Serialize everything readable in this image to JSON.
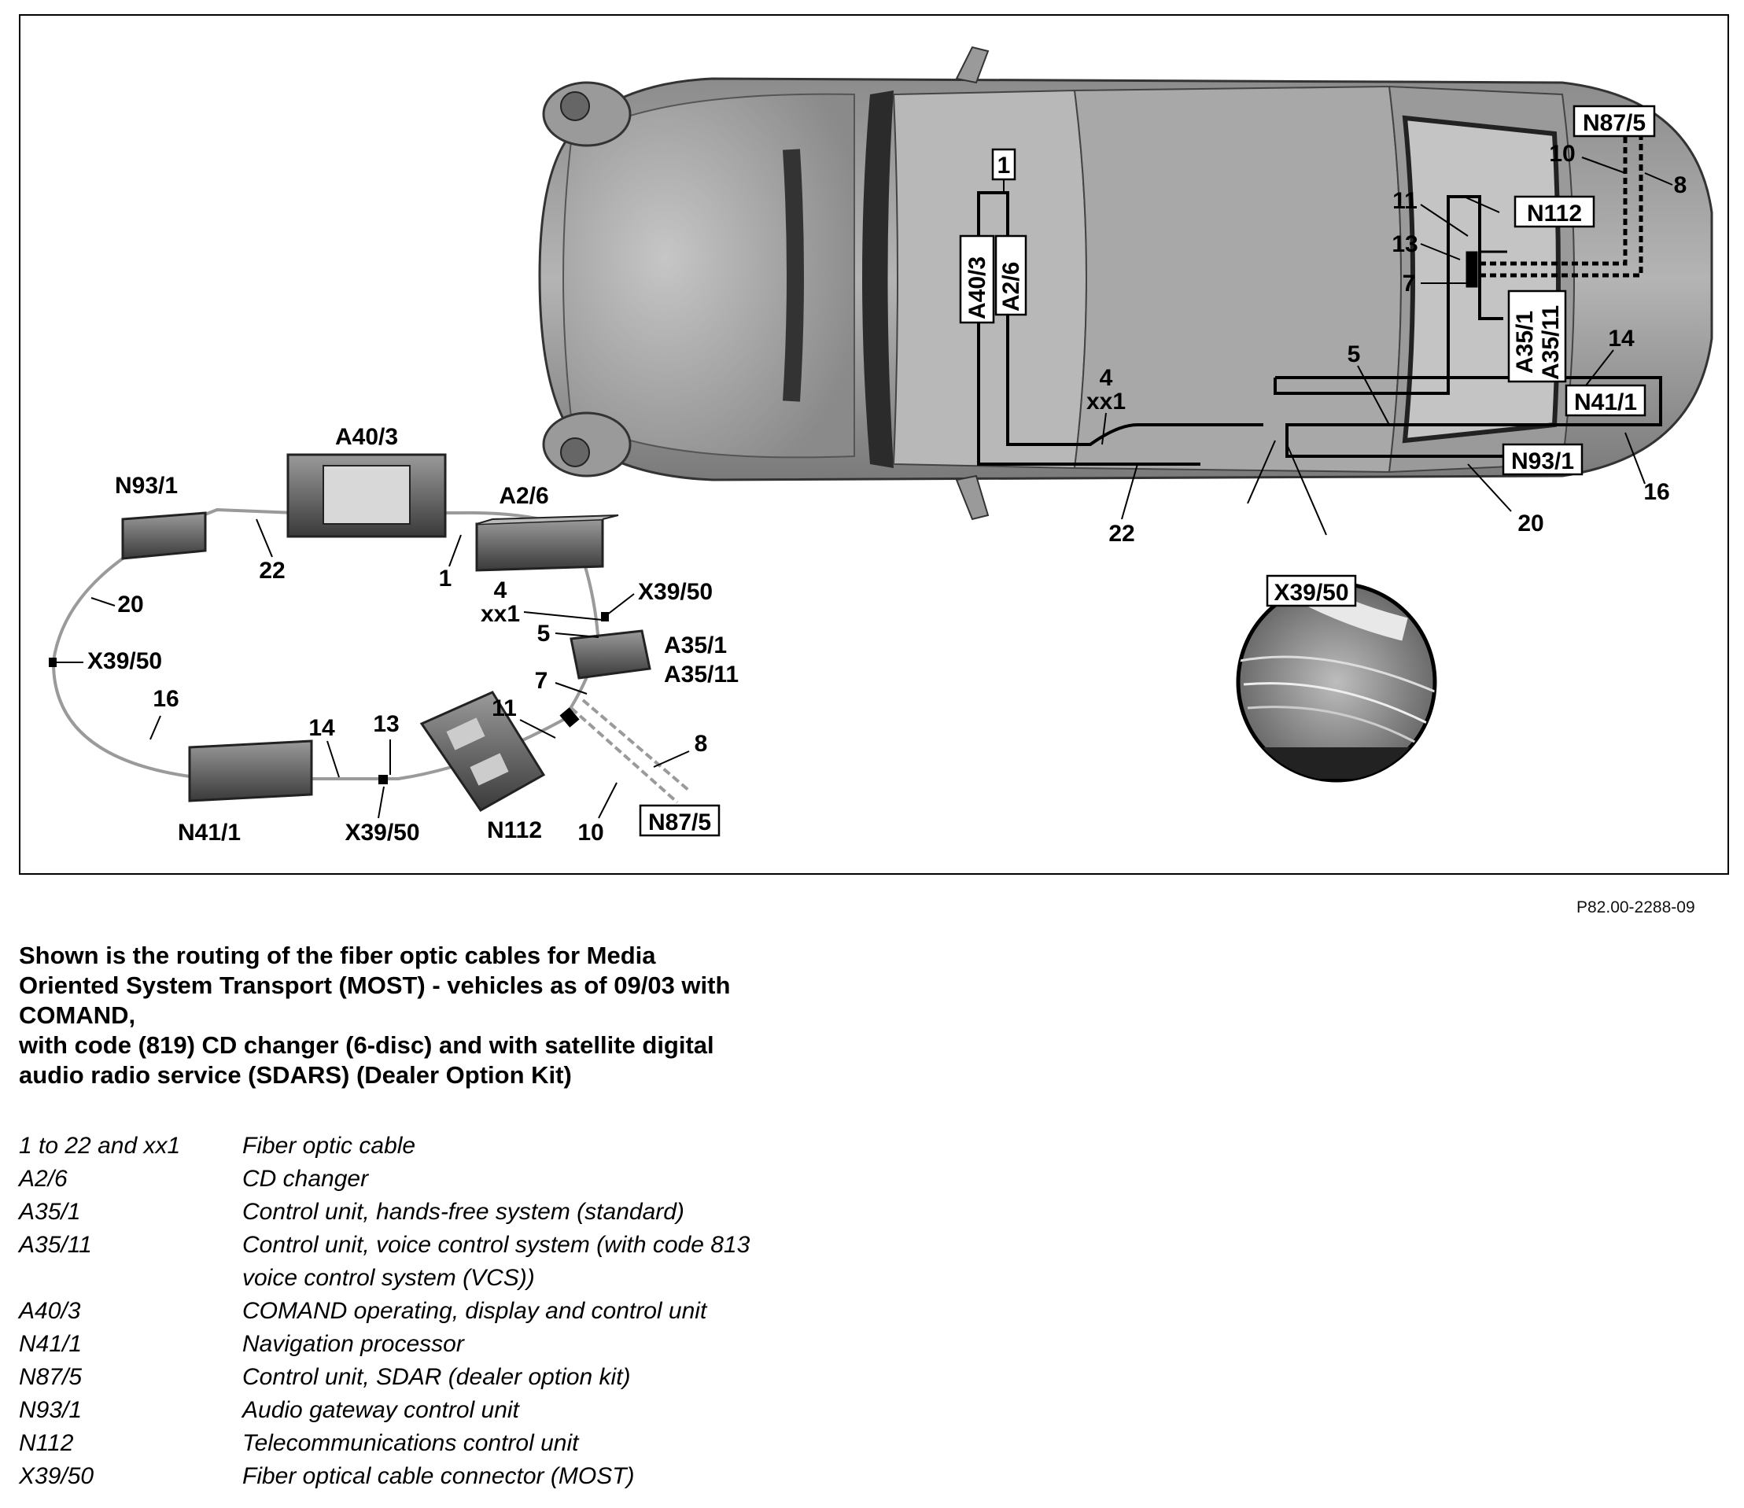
{
  "labels": {
    "comand_unit": "A40/3",
    "cd_changer": "A2/6",
    "audio_gateway": "N93/1",
    "hands_free": "A35/1",
    "voice_control": "A35/11",
    "navigation": "N41/1",
    "telecom": "N112",
    "sdar": "N87/5",
    "connector": "X39/50"
  },
  "cable_numbers": {
    "c1": "1",
    "c4": "4",
    "xx1": "xx1",
    "c5": "5",
    "c7": "7",
    "c8": "8",
    "c10": "10",
    "c11": "11",
    "c13": "13",
    "c14": "14",
    "c16": "16",
    "c20": "20",
    "c22": "22"
  },
  "figure_ref": "P82.00-2288-09",
  "caption": {
    "line1": "Shown is the routing of the fiber optic cables for Media",
    "line2": "Oriented System Transport (MOST) - vehicles as of 09/03 with",
    "line3": "COMAND,",
    "line4": "with code (819) CD changer (6-disc) and with satellite digital",
    "line5": "audio radio service (SDARS) (Dealer Option Kit)"
  },
  "legend": [
    {
      "code": "1 to 22 and xx1",
      "description": "Fiber optic cable"
    },
    {
      "code": "A2/6",
      "description": "CD changer"
    },
    {
      "code": "A35/1",
      "description": "Control unit, hands-free system (standard)"
    },
    {
      "code": "A35/11",
      "description": "Control unit, voice control system (with code 813"
    },
    {
      "code": "",
      "description": "voice control system (VCS))"
    },
    {
      "code": "A40/3",
      "description": "COMAND operating, display and control unit"
    },
    {
      "code": "N41/1",
      "description": "Navigation processor"
    },
    {
      "code": "N87/5",
      "description": "Control unit, SDAR (dealer option kit)"
    },
    {
      "code": "N93/1",
      "description": "Audio gateway control unit"
    },
    {
      "code": "N112",
      "description": "Telecommunications control unit"
    },
    {
      "code": "X39/50",
      "description": "Fiber optical cable connector (MOST)"
    }
  ]
}
